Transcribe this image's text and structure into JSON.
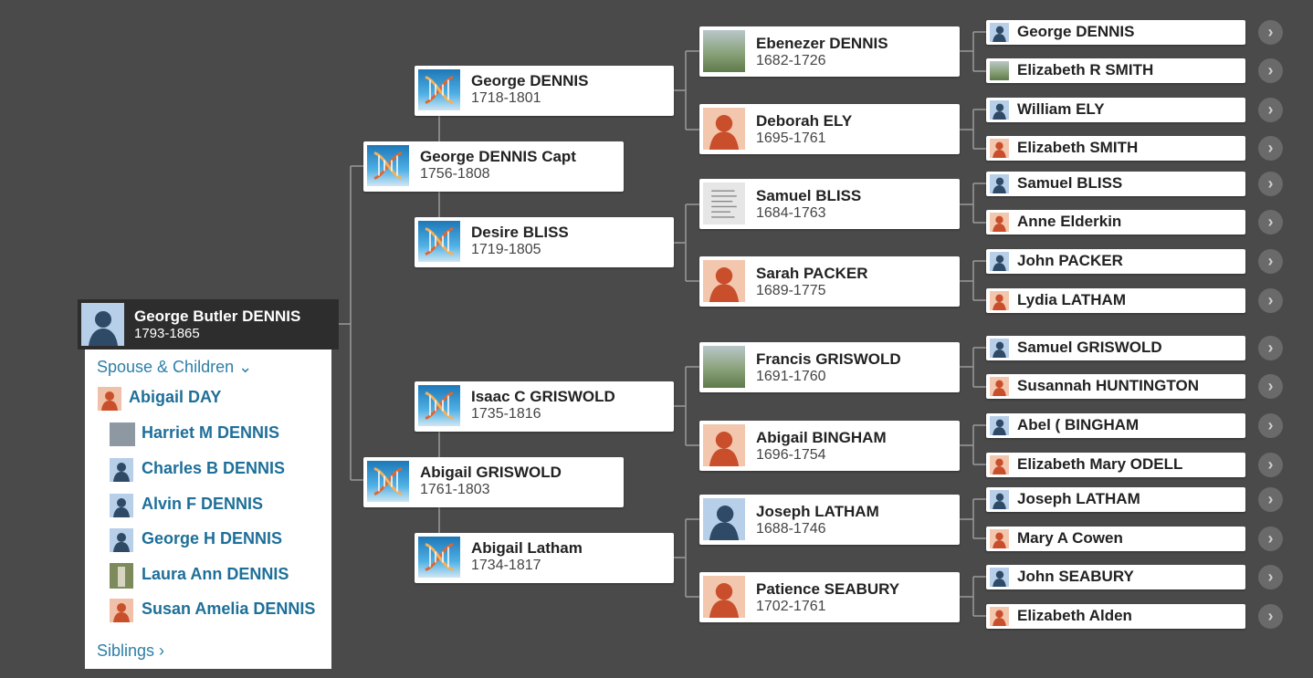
{
  "root": {
    "name": "George Butler DENNIS",
    "dates": "1793-1865"
  },
  "family_panel": {
    "spouse_children_label": "Spouse & Children",
    "spouse": {
      "name": "Abigail DAY",
      "icon": "female-avatar-icon"
    },
    "children": [
      {
        "name": "Harriet M DENNIS",
        "icon": "photo-thumbnail"
      },
      {
        "name": "Charles B DENNIS",
        "icon": "male-avatar-icon"
      },
      {
        "name": "Alvin F DENNIS",
        "icon": "male-avatar-icon"
      },
      {
        "name": "George H DENNIS",
        "icon": "male-avatar-icon"
      },
      {
        "name": "Laura Ann DENNIS",
        "icon": "photo-thumbnail"
      },
      {
        "name": "Susan Amelia DENNIS",
        "icon": "female-avatar-icon"
      }
    ],
    "siblings_label": "Siblings"
  },
  "parents": [
    {
      "name": "George DENNIS Capt",
      "dates": "1756-1808",
      "icon": "dna-icon"
    },
    {
      "name": "Abigail GRISWOLD",
      "dates": "1761-1803",
      "icon": "dna-icon"
    }
  ],
  "grandparents": [
    {
      "name": "George DENNIS",
      "dates": "1718-1801",
      "icon": "dna-icon"
    },
    {
      "name": "Desire BLISS",
      "dates": "1719-1805",
      "icon": "dna-icon"
    },
    {
      "name": "Isaac C GRISWOLD",
      "dates": "1735-1816",
      "icon": "dna-icon"
    },
    {
      "name": "Abigail Latham",
      "dates": "1734-1817",
      "icon": "dna-icon"
    }
  ],
  "great_grandparents": [
    {
      "name": "Ebenezer DENNIS",
      "dates": "1682-1726",
      "icon": "photo-thumbnail"
    },
    {
      "name": "Deborah ELY",
      "dates": "1695-1761",
      "icon": "female-avatar-icon"
    },
    {
      "name": "Samuel BLISS",
      "dates": "1684-1763",
      "icon": "document-thumbnail"
    },
    {
      "name": "Sarah PACKER",
      "dates": "1689-1775",
      "icon": "female-avatar-icon"
    },
    {
      "name": "Francis GRISWOLD",
      "dates": "1691-1760",
      "icon": "photo-thumbnail"
    },
    {
      "name": "Abigail BINGHAM",
      "dates": "1696-1754",
      "icon": "female-avatar-icon"
    },
    {
      "name": "Joseph LATHAM",
      "dates": "1688-1746",
      "icon": "male-avatar-icon"
    },
    {
      "name": "Patience SEABURY",
      "dates": "1702-1761",
      "icon": "female-avatar-icon"
    }
  ],
  "gg_grandparents": [
    {
      "name": "George DENNIS",
      "icon": "male-avatar-icon"
    },
    {
      "name": "Elizabeth R SMITH",
      "icon": "photo-thumbnail"
    },
    {
      "name": "William ELY",
      "icon": "male-avatar-icon"
    },
    {
      "name": "Elizabeth SMITH",
      "icon": "female-avatar-icon"
    },
    {
      "name": "Samuel BLISS",
      "icon": "male-avatar-icon"
    },
    {
      "name": "Anne Elderkin",
      "icon": "female-avatar-icon"
    },
    {
      "name": "John PACKER",
      "icon": "male-avatar-icon"
    },
    {
      "name": "Lydia LATHAM",
      "icon": "female-avatar-icon"
    },
    {
      "name": "Samuel GRISWOLD",
      "icon": "male-avatar-icon"
    },
    {
      "name": "Susannah HUNTINGTON",
      "icon": "female-avatar-icon"
    },
    {
      "name": "Abel ( BINGHAM",
      "icon": "male-avatar-icon"
    },
    {
      "name": "Elizabeth Mary ODELL",
      "icon": "female-avatar-icon"
    },
    {
      "name": "Joseph LATHAM",
      "icon": "male-avatar-icon"
    },
    {
      "name": "Mary A Cowen",
      "icon": "female-avatar-icon"
    },
    {
      "name": "John SEABURY",
      "icon": "male-avatar-icon"
    },
    {
      "name": "Elizabeth Alden",
      "icon": "female-avatar-icon"
    }
  ],
  "colors": {
    "background": "#4a4a4a",
    "female_avatar": "#e07a5a",
    "male_avatar": "#aac6e6",
    "link": "#2c7fa8"
  }
}
